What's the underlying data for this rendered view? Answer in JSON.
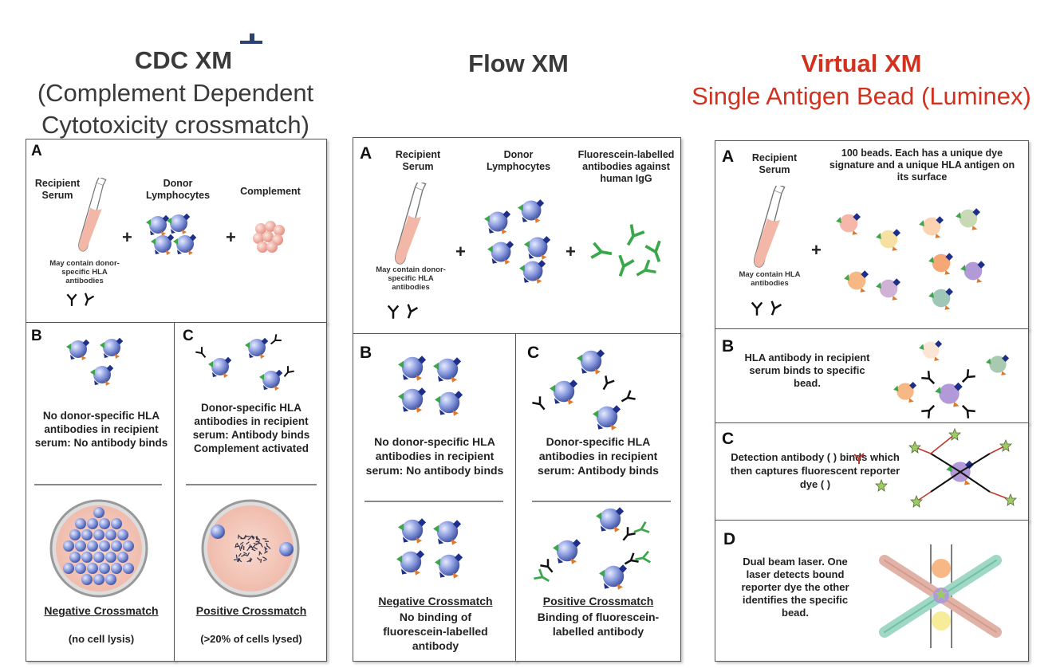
{
  "cdc": {
    "title": "CDC XM",
    "subtitle1": "(Complement Dependent",
    "subtitle2": "Cytotoxicity crossmatch)",
    "a_letter": "A",
    "recipient_serum": "Recipient Serum",
    "donor_lymphocytes": "Donor Lymphocytes",
    "complement": "Complement",
    "may_contain": "May contain donor-specific HLA antibodies",
    "b_letter": "B",
    "b_text": "No donor-specific HLA antibodies in recipient serum: No antibody binds",
    "b_result_title": "Negative Crossmatch",
    "b_result_detail": "(no cell lysis)",
    "c_letter": "C",
    "c_text": "Donor-specific HLA antibodies in recipient serum: Antibody binds Complement activated",
    "c_result_title": "Positive Crossmatch",
    "c_result_detail": "(>20% of cells lysed)"
  },
  "flow": {
    "title": "Flow XM",
    "a_letter": "A",
    "recipient_serum": "Recipient Serum",
    "donor_lymphocytes": "Donor Lymphocytes",
    "fluorescein": "Fluorescein-labelled antibodies against human IgG",
    "may_contain": "May contain donor-specific HLA antibodies",
    "b_letter": "B",
    "b_text": "No donor-specific HLA antibodies in recipient serum: No antibody binds",
    "b_result_title": "Negative Crossmatch",
    "b_result_detail": "No binding of fluorescein-labelled antibody",
    "c_letter": "C",
    "c_text": "Donor-specific HLA antibodies in recipient serum: Antibody binds",
    "c_result_title": "Positive Crossmatch",
    "c_result_detail": "Binding of fluorescein-labelled antibody"
  },
  "virtual": {
    "title": "Virtual XM",
    "subtitle": "Single Antigen Bead (Luminex)",
    "a_letter": "A",
    "recipient_serum": "Recipient Serum",
    "beads_text": "100 beads. Each has a unique dye signature and a unique HLA antigen on its surface",
    "may_contain": "May contain HLA antibodies",
    "b_letter": "B",
    "b_text": "HLA antibody in recipient serum binds to specific bead.",
    "c_letter": "C",
    "c_text": "Detection antibody ( ) binds which then captures fluorescent reporter dye ( )",
    "d_letter": "D",
    "d_text": "Dual beam laser. One laser detects bound reporter dye the other identifies the specific bead."
  },
  "symbols": {
    "plus": "+"
  },
  "colors": {
    "red_title": "#d0321f",
    "cell": "#7d8fd8",
    "tube": "#f2b7a6",
    "antibody_green": "#3aa84a"
  }
}
